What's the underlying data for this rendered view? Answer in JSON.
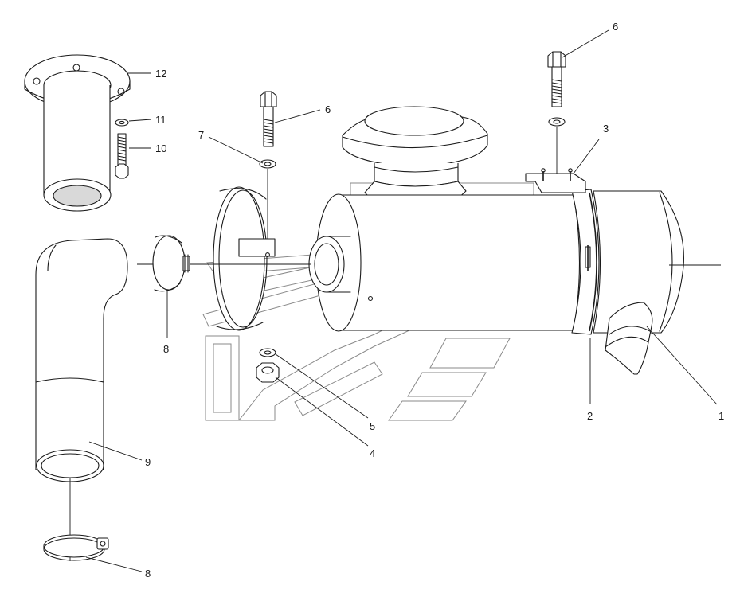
{
  "callouts": {
    "c1": "1",
    "c2": "2",
    "c3": "3",
    "c4": "4",
    "c5": "5",
    "c6_top": "6",
    "c6_mid": "6",
    "c7": "7",
    "c8_clamp": "8",
    "c8_bottom": "8",
    "c9": "9",
    "c10": "10",
    "c11": "11",
    "c12": "12"
  }
}
